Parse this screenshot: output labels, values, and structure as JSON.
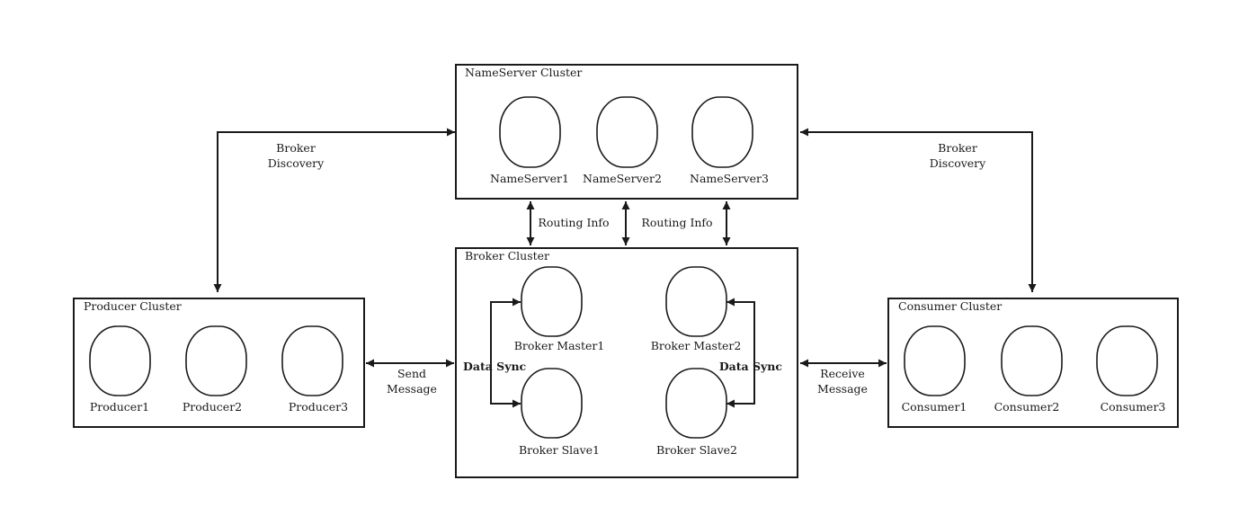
{
  "clusters": {
    "nameserver": {
      "title": "NameServer Cluster",
      "nodes": [
        "NameServer1",
        "NameServer2",
        "NameServer3"
      ]
    },
    "broker": {
      "title": "Broker Cluster",
      "masters": [
        "Broker Master1",
        "Broker Master2"
      ],
      "slaves": [
        "Broker Slave1",
        "Broker Slave2"
      ],
      "sync_label": "Data Sync"
    },
    "producer": {
      "title": "Producer Cluster",
      "nodes": [
        "Producer1",
        "Producer2",
        "Producer3"
      ]
    },
    "consumer": {
      "title": "Consumer Cluster",
      "nodes": [
        "Consumer1",
        "Consumer2",
        "Consumer3"
      ]
    }
  },
  "edges": {
    "producer_discovery": [
      "Broker",
      "Discovery"
    ],
    "consumer_discovery": [
      "Broker",
      "Discovery"
    ],
    "routing_info": "Routing Info",
    "send_message": [
      "Send",
      "Message"
    ],
    "receive_message": [
      "Receive",
      "Message"
    ]
  }
}
